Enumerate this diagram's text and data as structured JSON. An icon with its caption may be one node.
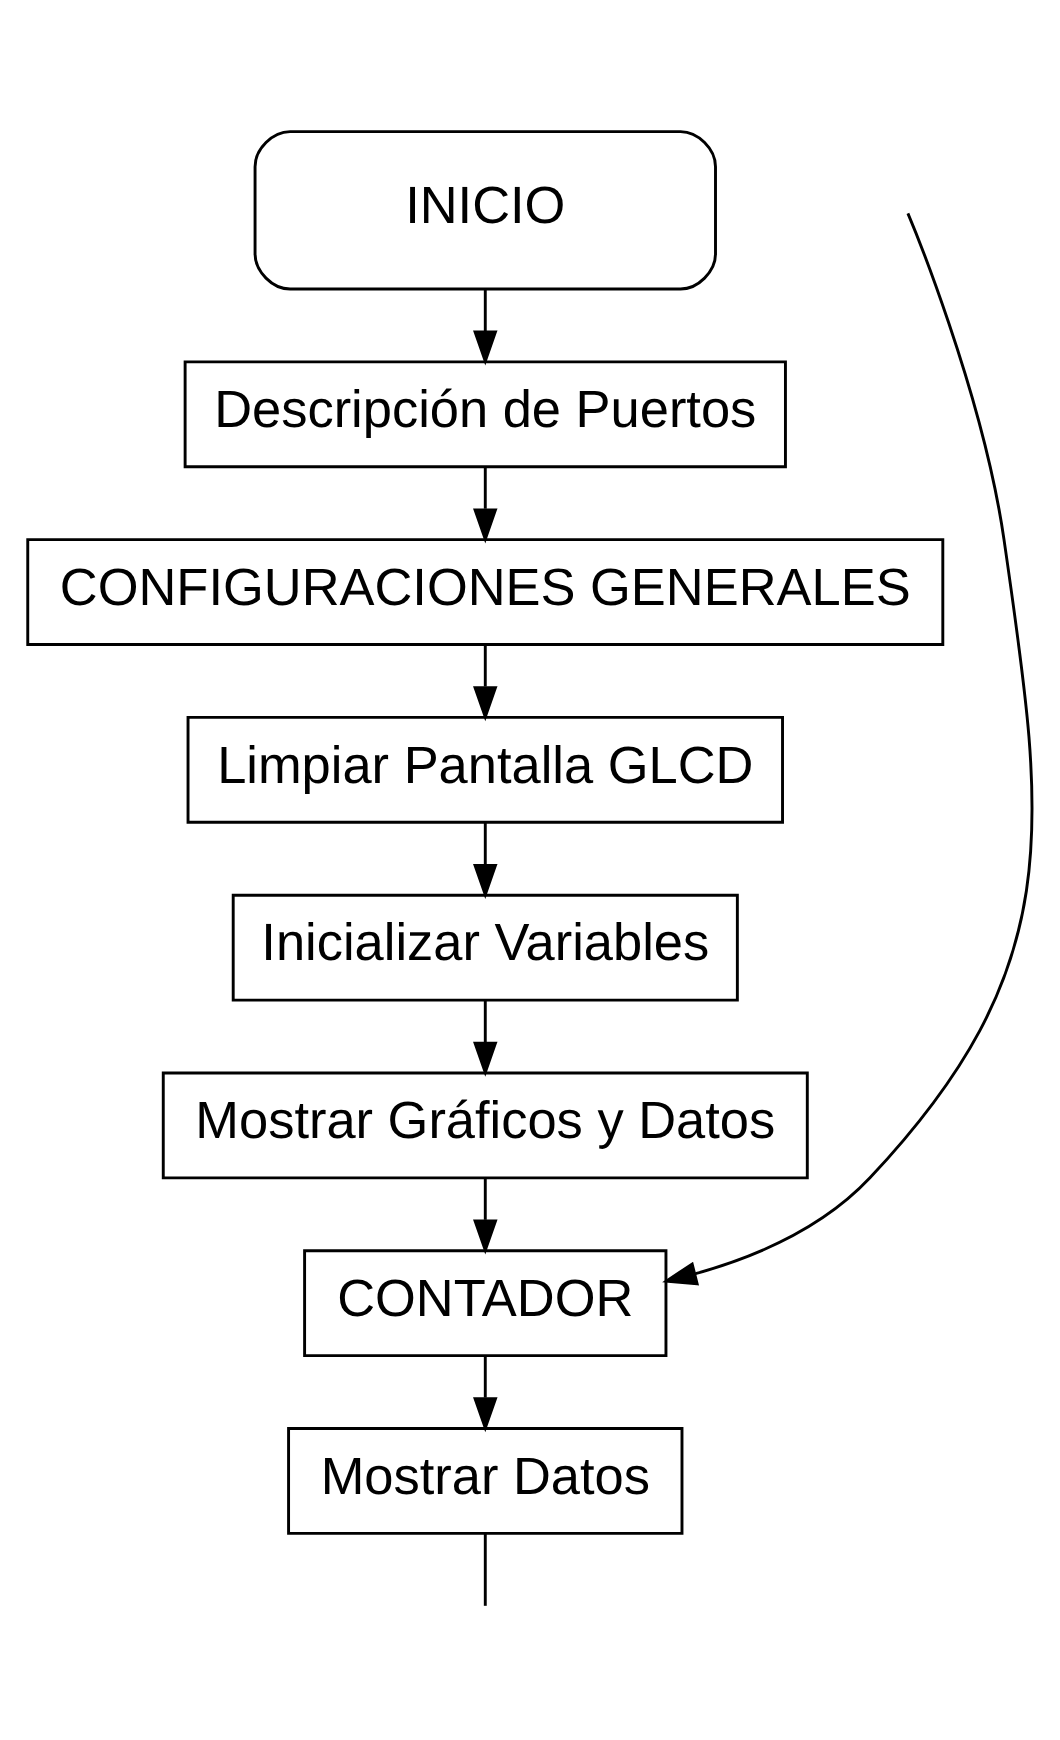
{
  "diagram": {
    "nodes": [
      {
        "text": [
          "INICIO"
        ]
      },
      {
        "text": [
          "Descripción de Puertos"
        ]
      },
      {
        "text": [
          "CONFIGURACIONES GENERALES"
        ]
      },
      {
        "text": [
          "Limpiar Pantalla GLCD"
        ]
      },
      {
        "text": [
          "Inicializar Variables"
        ]
      },
      {
        "text": [
          "Mostrar Gráficos y Datos"
        ]
      },
      {
        "text": [
          "CONTADOR"
        ]
      },
      {
        "text": [
          "Mostrar Datos"
        ]
      }
    ],
    "edges": [
      {
        "from": 0,
        "to": 1,
        "arrow": "to"
      },
      {
        "from": 1,
        "to": 2,
        "arrow": "to"
      },
      {
        "from": 2,
        "to": 3,
        "arrow": "to"
      },
      {
        "from": 3,
        "to": 4,
        "arrow": "to"
      },
      {
        "from": 4,
        "to": 5,
        "arrow": "to"
      },
      {
        "from": 5,
        "to": 6,
        "arrow": "to"
      },
      {
        "from": 6,
        "to": 7,
        "arrow": "to"
      },
      {
        "from": 7,
        "to": null,
        "arrow": "none"
      },
      {
        "from": null,
        "to": 6,
        "arrow": "to"
      }
    ]
  }
}
